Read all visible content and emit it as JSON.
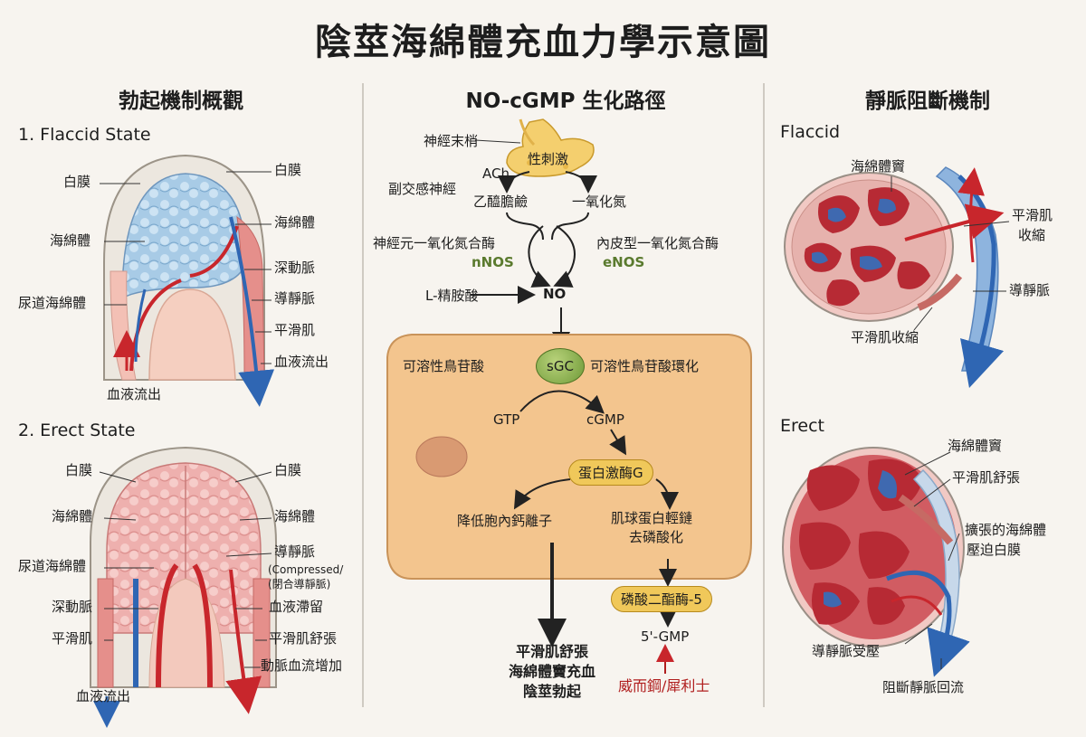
{
  "title": "陰莖海綿體充血力學示意圖",
  "left": {
    "title": "勃起機制概觀",
    "flaccid": {
      "state": "1. Flaccid State",
      "labels": {
        "tunica_l": "白膜",
        "tunica_r": "白膜",
        "cavernosum_l": "海綿體",
        "cavernosum_r": "海綿體",
        "deep_artery": "深動脈",
        "emissary_vein": "導靜脈",
        "smooth_muscle": "平滑肌",
        "spongiosum": "尿道海綿體",
        "outflow_r": "血液流出",
        "outflow_b": "血液流出"
      }
    },
    "erect": {
      "state": "2. Erect State",
      "labels": {
        "tunica_l": "白膜",
        "tunica_r": "白膜",
        "cavernosum_l": "海綿體",
        "cavernosum_r": "海綿體",
        "spongiosum": "尿道海綿體",
        "emissary_vein": "導靜脈",
        "compressed_1": "(Compressed/",
        "compressed_2": "(閉合導靜脈)",
        "deep_artery": "深動脈",
        "retention": "血液滯留",
        "smooth_muscle": "平滑肌",
        "sm_relax": "平滑肌舒張",
        "arterial_inflow": "動脈血流增加",
        "outflow": "血液流出"
      }
    }
  },
  "middle": {
    "title": "NO-cGMP 生化路徑",
    "nerve_ending": "神經末梢",
    "stimulus": "性刺激",
    "parasympathetic": "副交感神經",
    "ach": "ACh",
    "acetylcholine": "乙醯膽鹼",
    "nitric_oxide": "一氧化氮",
    "nnos_name": "神經元一氧化氮合酶",
    "nnos": "nNOS",
    "enos_name": "內皮型一氧化氮合酶",
    "enos": "eNOS",
    "arginine": "L-精胺酸",
    "no": "NO",
    "sgc_left": "可溶性鳥苷酸",
    "sgc": "sGC",
    "sgc_right": "可溶性鳥苷酸環化",
    "gtp": "GTP",
    "cgmp": "cGMP",
    "pkg": "蛋白激酶G",
    "calcium": "降低胞內鈣離子",
    "mlc_1": "肌球蛋白輕鏈",
    "mlc_2": "去磷酸化",
    "pde5": "磷酸二酯酶-5",
    "gmp5": "5'-GMP",
    "inhibitor": "威而鋼/犀利士",
    "outcome_1": "平滑肌舒張",
    "outcome_2": "海綿體竇充血",
    "outcome_3": "陰莖勃起"
  },
  "right": {
    "title": "靜脈阻斷機制",
    "flaccid": {
      "state": "Flaccid",
      "sinusoid": "海綿體竇",
      "sm_contract_1": "平滑肌",
      "sm_contract_2": "收縮",
      "emissary_vein": "導靜脈",
      "sm_contract": "平滑肌收縮"
    },
    "erect": {
      "state": "Erect",
      "sinusoid": "海綿體竇",
      "sm_relax": "平滑肌舒張",
      "compress_1": "擴張的海綿體",
      "compress_2": "壓迫白膜",
      "vein_compressed": "導靜脈受壓",
      "block": "阻斷靜脈回流"
    }
  },
  "colors": {
    "artery": "#c8262c",
    "vein": "#2f66b3",
    "tunica": "#e9e4dc",
    "spongy_flaccid": "#a9c9e3",
    "spongy_erect": "#efb1b1",
    "cell": "#f3c58e",
    "sgc": "#7ea63f"
  }
}
